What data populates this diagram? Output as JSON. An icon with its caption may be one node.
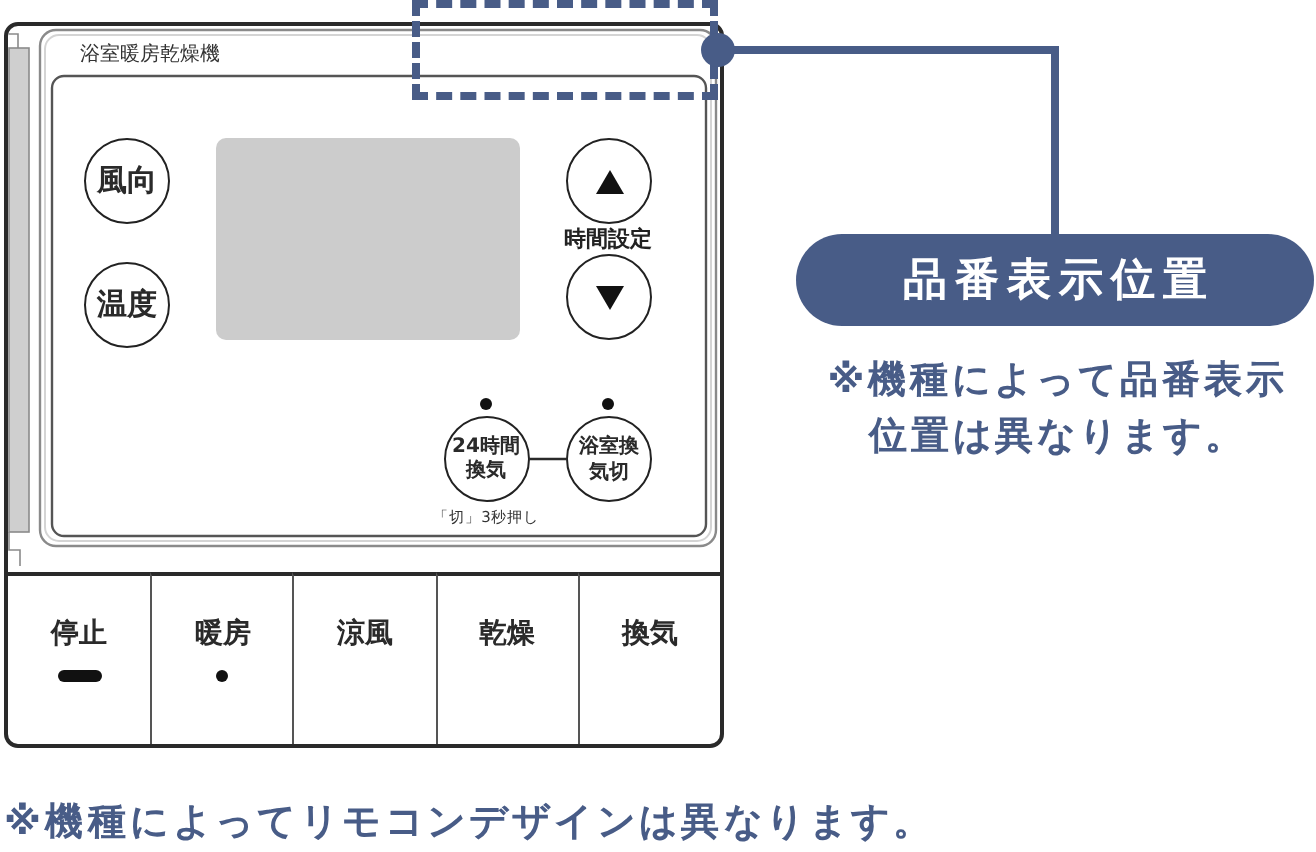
{
  "diagram": {
    "nodes": [
      {
        "text": [
          "浴室暖房乾燥機"
        ]
      },
      {
        "text": [],
        "shape": "box"
      },
      {
        "text": [
          "風向"
        ],
        "in": 0
      },
      {
        "text": [],
        "shape": "circle",
        "in": 0
      },
      {
        "text": [
          "温度"
        ],
        "in": 0
      },
      {
        "text": [],
        "shape": "circle",
        "in": 0
      },
      {
        "text": [
          "24時間換気"
        ],
        "in": 0,
        "beside": [
          "「切」3秒押し"
        ]
      },
      {
        "text": [
          "浴室換気切"
        ],
        "in": 0
      },
      {
        "text": [
          "停止"
        ],
        "in": 0
      },
      {
        "text": [
          "暖房"
        ],
        "in": 0
      },
      {
        "text": [
          "涼風"
        ],
        "in": 0
      },
      {
        "text": [
          "乾燥"
        ],
        "in": 0
      },
      {
        "text": [
          "換気"
        ],
        "in": 0
      },
      {
        "text": [
          "品番表示位置"
        ],
        "beside": [
          "※機種によって品番表示位置は異なります。"
        ]
      }
    ],
    "edges": [
      {
        "from": 13,
        "to": 1,
        "arrow": "other",
        "style": "thick",
        "color": "#485c87"
      },
      {
        "from": 6,
        "to": 7,
        "arrow": "none",
        "color": "#2a2a2a"
      }
    ],
    "labels": [
      "時間設定",
      "※機種によってリモコンデザインは異なります。"
    ]
  }
}
